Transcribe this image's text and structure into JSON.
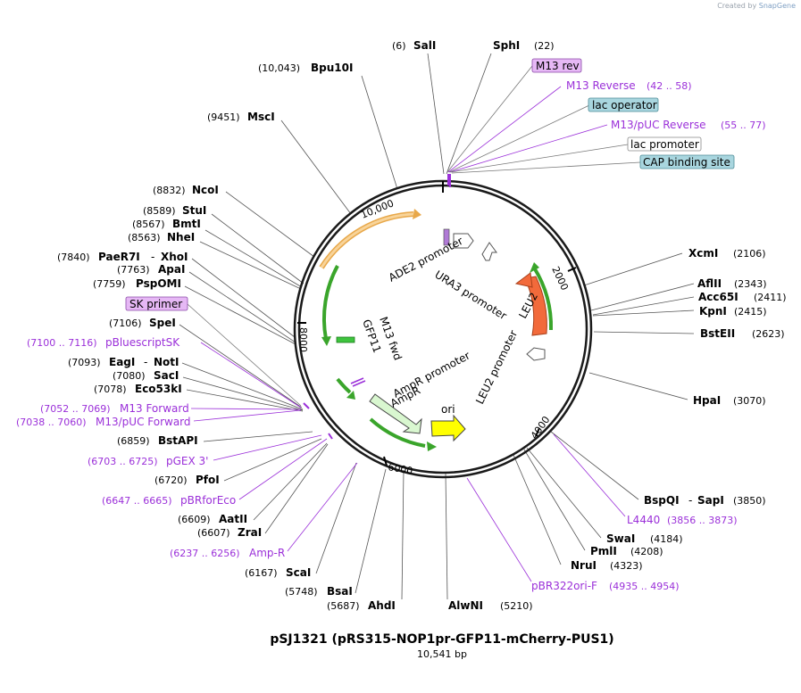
{
  "credit": {
    "prefix": "Created by",
    "brand": "SnapGene"
  },
  "plasmid": {
    "name": "pSJ1321 (pRS315-NOP1pr-GFP11-mCherry-PUS1)",
    "length_label": "10,541 bp"
  },
  "ticks": [
    "10,000",
    "2000",
    "4000",
    "6000",
    "8000"
  ],
  "sites": [
    {
      "name": "SalI",
      "pos": "(6)",
      "color": "#000000"
    },
    {
      "name": "SphI",
      "pos": "(22)",
      "color": "#000000"
    },
    {
      "name": "Bpu10I",
      "pos": "(10,043)",
      "color": "#000000"
    },
    {
      "name": "MscI",
      "pos": "(9451)",
      "color": "#000000"
    },
    {
      "name": "NcoI",
      "pos": "(8832)",
      "color": "#000000"
    },
    {
      "name": "StuI",
      "pos": "(8589)",
      "color": "#000000"
    },
    {
      "name": "BmtI",
      "pos": "(8567)",
      "color": "#000000"
    },
    {
      "name": "NheI",
      "pos": "(8563)",
      "color": "#000000"
    },
    {
      "name": "PaeR7I",
      "name2": "XhoI",
      "pos": "(7840)",
      "color": "#000000"
    },
    {
      "name": "ApaI",
      "pos": "(7763)",
      "color": "#000000"
    },
    {
      "name": "PspOMI",
      "pos": "(7759)",
      "color": "#000000"
    },
    {
      "name": "SpeI",
      "pos": "(7106)",
      "color": "#000000"
    },
    {
      "name": "EagI",
      "name2": "NotI",
      "pos": "(7093)",
      "color": "#000000"
    },
    {
      "name": "SacI",
      "pos": "(7080)",
      "color": "#000000"
    },
    {
      "name": "Eco53kI",
      "pos": "(7078)",
      "color": "#000000"
    },
    {
      "name": "BstAPI",
      "pos": "(6859)",
      "color": "#000000"
    },
    {
      "name": "PfoI",
      "pos": "(6720)",
      "color": "#000000"
    },
    {
      "name": "AatII",
      "pos": "(6609)",
      "color": "#000000"
    },
    {
      "name": "ZraI",
      "pos": "(6607)",
      "color": "#000000"
    },
    {
      "name": "ScaI",
      "pos": "(6167)",
      "color": "#000000"
    },
    {
      "name": "BsaI",
      "pos": "(5748)",
      "color": "#000000"
    },
    {
      "name": "AhdI",
      "pos": "(5687)",
      "color": "#000000"
    },
    {
      "name": "AlwNI",
      "pos": "(5210)",
      "color": "#000000"
    },
    {
      "name": "NruI",
      "pos": "(4323)",
      "color": "#000000"
    },
    {
      "name": "PmlI",
      "pos": "(4208)",
      "color": "#000000"
    },
    {
      "name": "SwaI",
      "pos": "(4184)",
      "color": "#000000"
    },
    {
      "name": "BspQI",
      "name2": "SapI",
      "pos": "(3850)",
      "color": "#000000"
    },
    {
      "name": "HpaI",
      "pos": "(3070)",
      "color": "#000000"
    },
    {
      "name": "BstEII",
      "pos": "(2623)",
      "color": "#000000"
    },
    {
      "name": "KpnI",
      "pos": "(2415)",
      "color": "#000000"
    },
    {
      "name": "Acc65I",
      "pos": "(2411)",
      "color": "#000000"
    },
    {
      "name": "AflII",
      "pos": "(2343)",
      "color": "#000000"
    },
    {
      "name": "XcmI",
      "pos": "(2106)",
      "color": "#000000"
    }
  ],
  "primers": [
    {
      "name": "M13 Reverse",
      "range": "(42 .. 58)",
      "color": "#9b30d9"
    },
    {
      "name": "M13/pUC Reverse",
      "range": "(55 .. 77)",
      "color": "#9b30d9"
    },
    {
      "name": "pBluescriptSK",
      "range": "(7100 .. 7116)",
      "color": "#9b30d9"
    },
    {
      "name": "M13 Forward",
      "range": "(7052 .. 7069)",
      "color": "#9b30d9"
    },
    {
      "name": "M13/pUC Forward",
      "range": "(7038 .. 7060)",
      "color": "#9b30d9"
    },
    {
      "name": "pGEX 3'",
      "range": "(6703 .. 6725)",
      "color": "#9b30d9"
    },
    {
      "name": "pBRforEco",
      "range": "(6647 .. 6665)",
      "color": "#9b30d9"
    },
    {
      "name": "Amp-R",
      "range": "(6237 .. 6256)",
      "color": "#9b30d9"
    },
    {
      "name": "L4440",
      "range": "(3856 .. 3873)",
      "color": "#9b30d9"
    },
    {
      "name": "pBR322ori-F",
      "range": "(4935 .. 4954)",
      "color": "#9b30d9"
    }
  ],
  "boxed_labels": [
    {
      "text": "M13 rev",
      "fill": "#e6b8f5",
      "stroke": "#8a4aa8"
    },
    {
      "text": "lac operator",
      "fill": "#a9d6df",
      "stroke": "#4b8a96"
    },
    {
      "text": "lac promoter",
      "fill": "#ffffff",
      "stroke": "#888888"
    },
    {
      "text": "CAP binding site",
      "fill": "#a9d6df",
      "stroke": "#4b8a96"
    },
    {
      "text": "SK primer",
      "fill": "#e6b8f5",
      "stroke": "#8a4aa8"
    }
  ],
  "features": [
    "ADE2 promoter",
    "URA3 promoter",
    "LEU2",
    "LEU2 promoter",
    "AmpR promoter",
    "AmpR",
    "ori",
    "M13 fwd",
    "GFP11"
  ],
  "colors": {
    "backbone": "#1a1a1a",
    "primer": "#9b30d9",
    "leu2": "#f26a3b",
    "ampr": "#d9f7d0",
    "ori": "#ffff00",
    "orange_feature": "#f5b041",
    "green_arrow": "#3aa52b"
  }
}
